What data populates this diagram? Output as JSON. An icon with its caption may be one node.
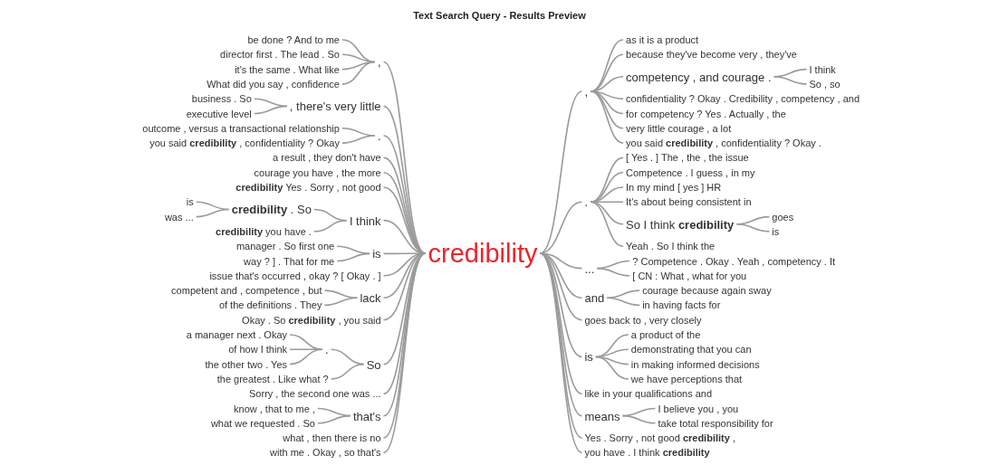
{
  "diagram": {
    "title": "Text Search Query - Results Preview",
    "nodes": [
      {
        "text": [
          "credibility"
        ]
      },
      {
        "text": [
          ","
        ]
      },
      {
        "text": [
          "be done ? And to me"
        ]
      },
      {
        "text": [
          "director first . The lead . So"
        ]
      },
      {
        "text": [
          "it's the same . What like"
        ]
      },
      {
        "text": [
          "What did you say , confidence"
        ]
      },
      {
        "text": [
          ", there's very little"
        ]
      },
      {
        "text": [
          "business . So"
        ]
      },
      {
        "text": [
          "executive level"
        ]
      },
      {
        "text": [
          "."
        ]
      },
      {
        "text": [
          "outcome , versus a transactional relationship"
        ]
      },
      {
        "text": [
          "you said **credibility** , confidentiality ? Okay"
        ]
      },
      {
        "text": [
          "a result , they don't have"
        ]
      },
      {
        "text": [
          "courage you have , the more"
        ]
      },
      {
        "text": [
          "**credibility** Yes . Sorry , not good"
        ]
      },
      {
        "text": [
          "I think"
        ]
      },
      {
        "text": [
          "**credibility** . So"
        ]
      },
      {
        "text": [
          "is"
        ]
      },
      {
        "text": [
          "was ..."
        ]
      },
      {
        "text": [
          "**credibility** you have ."
        ]
      },
      {
        "text": [
          "is"
        ]
      },
      {
        "text": [
          "manager . So first one"
        ]
      },
      {
        "text": [
          "way ? ] . That for me"
        ]
      },
      {
        "text": [
          "issue that's occurred , okay ? [ Okay . ]"
        ]
      },
      {
        "text": [
          "lack"
        ]
      },
      {
        "text": [
          "competent and , competence , but"
        ]
      },
      {
        "text": [
          "of the definitions . They"
        ]
      },
      {
        "text": [
          "Okay . So **credibility** , you said"
        ]
      },
      {
        "text": [
          "So"
        ]
      },
      {
        "text": [
          "."
        ]
      },
      {
        "text": [
          "a manager next . Okay"
        ]
      },
      {
        "text": [
          "of how I think"
        ]
      },
      {
        "text": [
          "the other two . Yes"
        ]
      },
      {
        "text": [
          "the greatest . Like what ?"
        ]
      },
      {
        "text": [
          "Sorry , the second one was ..."
        ]
      },
      {
        "text": [
          "that's"
        ]
      },
      {
        "text": [
          "know , that to me ,"
        ]
      },
      {
        "text": [
          "what we requested . So"
        ]
      },
      {
        "text": [
          "what , then there is no"
        ]
      },
      {
        "text": [
          "with me . Okay , so that's"
        ]
      },
      {
        "text": [
          ","
        ]
      },
      {
        "text": [
          "as it is a product"
        ]
      },
      {
        "text": [
          "because they've become very , they've"
        ]
      },
      {
        "text": [
          "competency , and courage ."
        ]
      },
      {
        "text": [
          "I think"
        ]
      },
      {
        "text": [
          "So , so"
        ]
      },
      {
        "text": [
          "confidentiality ? Okay . Credibility , competency , and"
        ]
      },
      {
        "text": [
          "for competency ? Yes . Actually , the"
        ]
      },
      {
        "text": [
          "very little courage , a lot"
        ]
      },
      {
        "text": [
          "you said **credibility** , confidentiality ? Okay ."
        ]
      },
      {
        "text": [
          "."
        ]
      },
      {
        "text": [
          "[ Yes . ] The , the , the issue"
        ]
      },
      {
        "text": [
          "Competence . I guess , in my"
        ]
      },
      {
        "text": [
          "In my mind [ yes ] HR"
        ]
      },
      {
        "text": [
          "It's about being consistent in"
        ]
      },
      {
        "text": [
          "So I think **credibility**"
        ]
      },
      {
        "text": [
          "goes"
        ]
      },
      {
        "text": [
          "is"
        ]
      },
      {
        "text": [
          "Yeah . So I think the"
        ]
      },
      {
        "text": [
          "..."
        ]
      },
      {
        "text": [
          "? Competence . Okay . Yeah , competency . It"
        ]
      },
      {
        "text": [
          "[ CN : What , what for you"
        ]
      },
      {
        "text": [
          "and"
        ]
      },
      {
        "text": [
          "courage because again sway"
        ]
      },
      {
        "text": [
          "in having facts for"
        ]
      },
      {
        "text": [
          "goes back to , very closely"
        ]
      },
      {
        "text": [
          "is"
        ]
      },
      {
        "text": [
          "a product of the"
        ]
      },
      {
        "text": [
          "demonstrating that you can"
        ]
      },
      {
        "text": [
          "in making informed decisions"
        ]
      },
      {
        "text": [
          "we have perceptions that"
        ]
      },
      {
        "text": [
          "like in your qualifications and"
        ]
      },
      {
        "text": [
          "means"
        ]
      },
      {
        "text": [
          "I believe you , you"
        ]
      },
      {
        "text": [
          "take total responsibility for"
        ]
      },
      {
        "text": [
          "Yes . Sorry , not good **credibility** ,"
        ]
      },
      {
        "text": [
          "you have . I think **credibility**"
        ]
      }
    ],
    "edges": [
      {
        "from": 0,
        "to": 1,
        "arrow": "none"
      },
      {
        "from": 1,
        "to": 2,
        "arrow": "none"
      },
      {
        "from": 1,
        "to": 3,
        "arrow": "none"
      },
      {
        "from": 1,
        "to": 4,
        "arrow": "none"
      },
      {
        "from": 1,
        "to": 5,
        "arrow": "none"
      },
      {
        "from": 0,
        "to": 6,
        "arrow": "none"
      },
      {
        "from": 6,
        "to": 7,
        "arrow": "none"
      },
      {
        "from": 6,
        "to": 8,
        "arrow": "none"
      },
      {
        "from": 0,
        "to": 9,
        "arrow": "none"
      },
      {
        "from": 9,
        "to": 10,
        "arrow": "none"
      },
      {
        "from": 9,
        "to": 11,
        "arrow": "none"
      },
      {
        "from": 0,
        "to": 12,
        "arrow": "none"
      },
      {
        "from": 0,
        "to": 13,
        "arrow": "none"
      },
      {
        "from": 0,
        "to": 14,
        "arrow": "none"
      },
      {
        "from": 0,
        "to": 15,
        "arrow": "none"
      },
      {
        "from": 15,
        "to": 16,
        "arrow": "none"
      },
      {
        "from": 16,
        "to": 17,
        "arrow": "none"
      },
      {
        "from": 16,
        "to": 18,
        "arrow": "none"
      },
      {
        "from": 15,
        "to": 19,
        "arrow": "none"
      },
      {
        "from": 0,
        "to": 20,
        "arrow": "none"
      },
      {
        "from": 20,
        "to": 21,
        "arrow": "none"
      },
      {
        "from": 20,
        "to": 22,
        "arrow": "none"
      },
      {
        "from": 0,
        "to": 23,
        "arrow": "none"
      },
      {
        "from": 0,
        "to": 24,
        "arrow": "none"
      },
      {
        "from": 24,
        "to": 25,
        "arrow": "none"
      },
      {
        "from": 24,
        "to": 26,
        "arrow": "none"
      },
      {
        "from": 0,
        "to": 27,
        "arrow": "none"
      },
      {
        "from": 0,
        "to": 28,
        "arrow": "none"
      },
      {
        "from": 28,
        "to": 29,
        "arrow": "none"
      },
      {
        "from": 29,
        "to": 30,
        "arrow": "none"
      },
      {
        "from": 29,
        "to": 31,
        "arrow": "none"
      },
      {
        "from": 29,
        "to": 32,
        "arrow": "none"
      },
      {
        "from": 28,
        "to": 33,
        "arrow": "none"
      },
      {
        "from": 0,
        "to": 34,
        "arrow": "none"
      },
      {
        "from": 0,
        "to": 35,
        "arrow": "none"
      },
      {
        "from": 35,
        "to": 36,
        "arrow": "none"
      },
      {
        "from": 35,
        "to": 37,
        "arrow": "none"
      },
      {
        "from": 0,
        "to": 38,
        "arrow": "none"
      },
      {
        "from": 0,
        "to": 39,
        "arrow": "none"
      },
      {
        "from": 0,
        "to": 40,
        "arrow": "none"
      },
      {
        "from": 40,
        "to": 41,
        "arrow": "none"
      },
      {
        "from": 40,
        "to": 42,
        "arrow": "none"
      },
      {
        "from": 40,
        "to": 43,
        "arrow": "none"
      },
      {
        "from": 43,
        "to": 44,
        "arrow": "none"
      },
      {
        "from": 43,
        "to": 45,
        "arrow": "none"
      },
      {
        "from": 40,
        "to": 46,
        "arrow": "none"
      },
      {
        "from": 40,
        "to": 47,
        "arrow": "none"
      },
      {
        "from": 40,
        "to": 48,
        "arrow": "none"
      },
      {
        "from": 40,
        "to": 49,
        "arrow": "none"
      },
      {
        "from": 0,
        "to": 50,
        "arrow": "none"
      },
      {
        "from": 50,
        "to": 51,
        "arrow": "none"
      },
      {
        "from": 50,
        "to": 52,
        "arrow": "none"
      },
      {
        "from": 50,
        "to": 53,
        "arrow": "none"
      },
      {
        "from": 50,
        "to": 54,
        "arrow": "none"
      },
      {
        "from": 50,
        "to": 55,
        "arrow": "none"
      },
      {
        "from": 55,
        "to": 56,
        "arrow": "none"
      },
      {
        "from": 55,
        "to": 57,
        "arrow": "none"
      },
      {
        "from": 50,
        "to": 58,
        "arrow": "none"
      },
      {
        "from": 0,
        "to": 59,
        "arrow": "none"
      },
      {
        "from": 59,
        "to": 60,
        "arrow": "none"
      },
      {
        "from": 59,
        "to": 61,
        "arrow": "none"
      },
      {
        "from": 0,
        "to": 62,
        "arrow": "none"
      },
      {
        "from": 62,
        "to": 63,
        "arrow": "none"
      },
      {
        "from": 62,
        "to": 64,
        "arrow": "none"
      },
      {
        "from": 0,
        "to": 65,
        "arrow": "none"
      },
      {
        "from": 0,
        "to": 66,
        "arrow": "none"
      },
      {
        "from": 66,
        "to": 67,
        "arrow": "none"
      },
      {
        "from": 66,
        "to": 68,
        "arrow": "none"
      },
      {
        "from": 66,
        "to": 69,
        "arrow": "none"
      },
      {
        "from": 66,
        "to": 70,
        "arrow": "none"
      },
      {
        "from": 0,
        "to": 71,
        "arrow": "none"
      },
      {
        "from": 0,
        "to": 72,
        "arrow": "none"
      },
      {
        "from": 72,
        "to": 73,
        "arrow": "none"
      },
      {
        "from": 72,
        "to": 74,
        "arrow": "none"
      },
      {
        "from": 0,
        "to": 75,
        "arrow": "none"
      },
      {
        "from": 0,
        "to": 76,
        "arrow": "none"
      }
    ]
  }
}
